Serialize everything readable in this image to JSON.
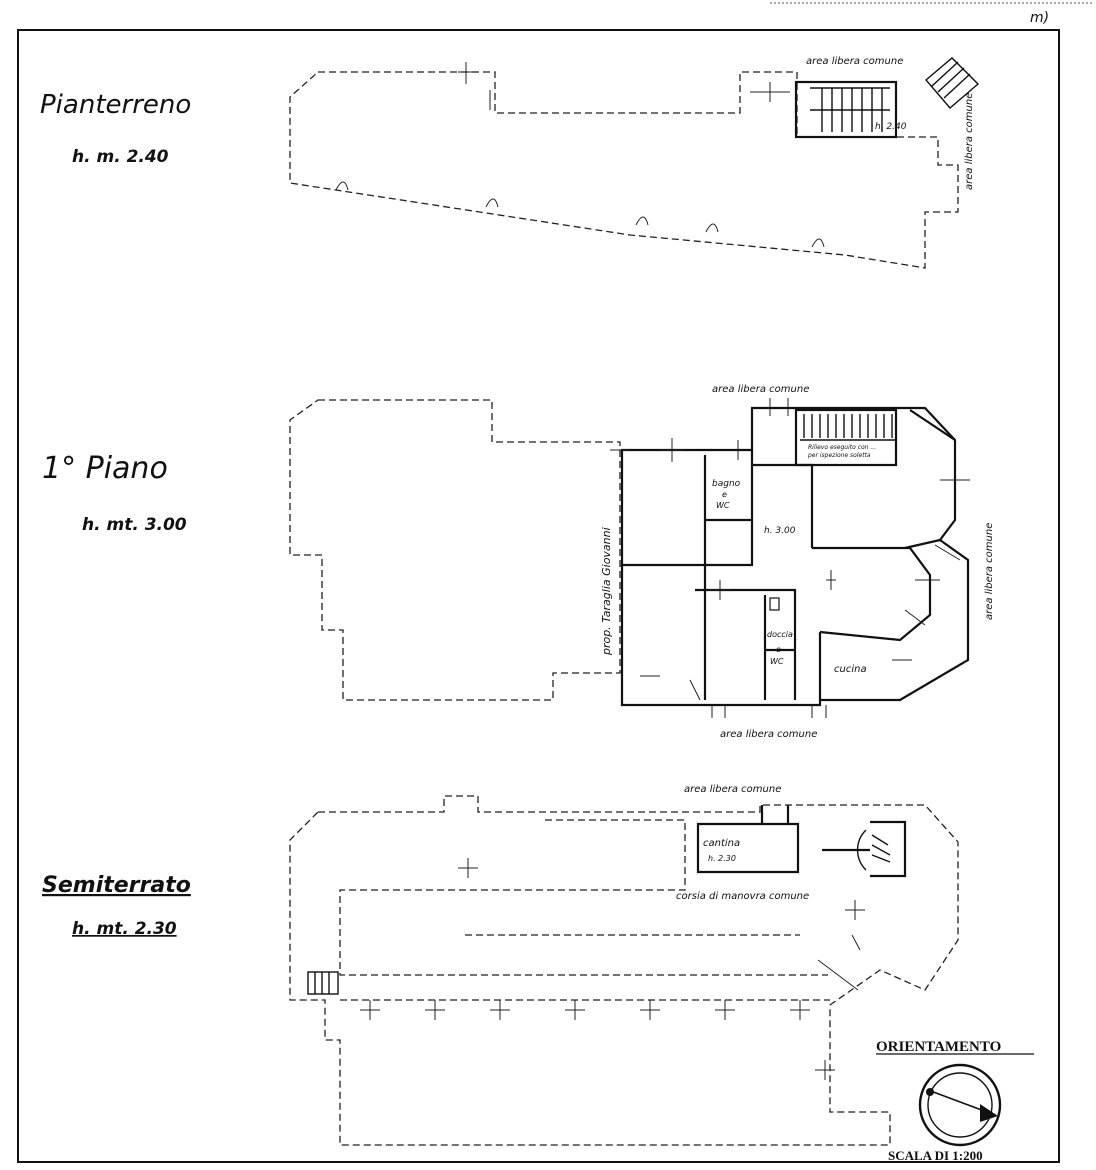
{
  "page": {
    "corner_mark": "m)"
  },
  "floors": {
    "ground": {
      "title": "Pianterreno",
      "height": "h. m. 2.40",
      "labels": {
        "area_top": "area libera comune",
        "area_side": "area libera comune",
        "room_height": "h. 2.40"
      }
    },
    "first": {
      "title": "1° Piano",
      "height": "h. mt. 3.00",
      "labels": {
        "area_top": "area libera comune",
        "area_right": "area libera comune",
        "area_bottom": "area libera comune",
        "neighbour": "prop. Taraglia Giovanni",
        "bathroom": "bagno",
        "bathroom_e": "e",
        "bathroom_wc": "WC",
        "shower": "doccia",
        "shower_e": "e",
        "shower_wc": "WC",
        "kitchen": "cucina",
        "room_height": "h. 3.00",
        "stair_note_1": "Rilievo eseguito con ...",
        "stair_note_2": "per ispezione soletta"
      }
    },
    "basement": {
      "title": "Semiterrato",
      "height": "h. mt. 2.30",
      "labels": {
        "area_top": "area libera comune",
        "cellar": "cantina",
        "cellar_height": "h. 2.30",
        "corridor": "corsia di manovra comune"
      }
    }
  },
  "orientation": {
    "title": "ORIENTAMENTO"
  },
  "scale": {
    "label": "SCALA DI 1:200"
  }
}
